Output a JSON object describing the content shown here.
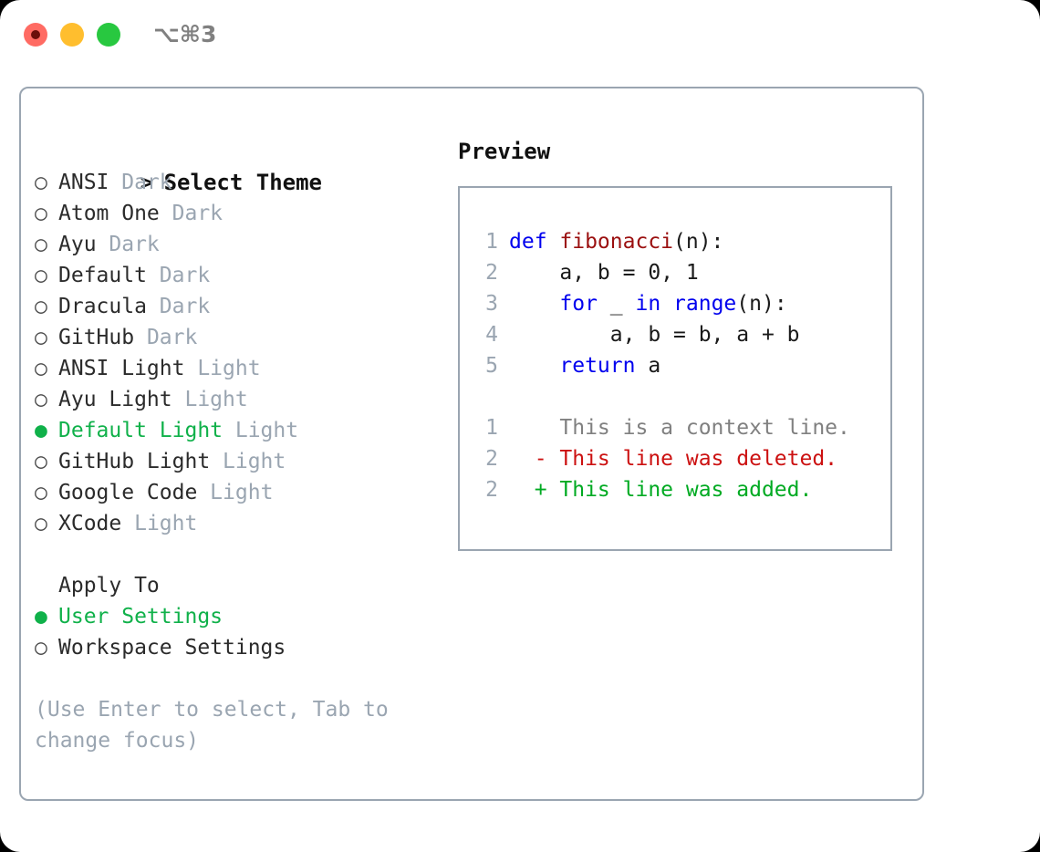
{
  "titlebar": {
    "shortcut": "⌥⌘3",
    "buttons": [
      {
        "name": "close",
        "color": "#ff6b63"
      },
      {
        "name": "minimize",
        "color": "#ffbe2e"
      },
      {
        "name": "maximize",
        "color": "#28c840"
      }
    ]
  },
  "colors": {
    "selected_green": "#10b14a",
    "muted": "#9aa5b1",
    "border": "#9aa5b1",
    "keyword_blue": "#0000ee",
    "function_red": "#9b1010",
    "diff_add": "#00aa22",
    "diff_del": "#cc1111",
    "context_gray": "#808080"
  },
  "theme_picker": {
    "header_prompt": ">",
    "header_label": "Select Theme",
    "marker_selected": "●",
    "marker_unselected": "○",
    "items": [
      {
        "name": "ANSI",
        "tag": "Dark",
        "selected": false
      },
      {
        "name": "Atom One",
        "tag": "Dark",
        "selected": false
      },
      {
        "name": "Ayu",
        "tag": "Dark",
        "selected": false
      },
      {
        "name": "Default",
        "tag": "Dark",
        "selected": false
      },
      {
        "name": "Dracula",
        "tag": "Dark",
        "selected": false
      },
      {
        "name": "GitHub",
        "tag": "Dark",
        "selected": false
      },
      {
        "name": "ANSI Light",
        "tag": "Light",
        "selected": false
      },
      {
        "name": "Ayu Light",
        "tag": "Light",
        "selected": false
      },
      {
        "name": "Default Light",
        "tag": "Light",
        "selected": true
      },
      {
        "name": "GitHub Light",
        "tag": "Light",
        "selected": false
      },
      {
        "name": "Google Code",
        "tag": "Light",
        "selected": false
      },
      {
        "name": "XCode",
        "tag": "Light",
        "selected": false
      }
    ]
  },
  "apply_to": {
    "title": "Apply To",
    "options": [
      {
        "label": "User Settings",
        "selected": true
      },
      {
        "label": "Workspace Settings",
        "selected": false
      }
    ]
  },
  "hint": "(Use Enter to select, Tab to change focus)",
  "preview": {
    "title": "Preview",
    "code_lines": [
      {
        "number": "1",
        "tokens": [
          {
            "text": "def ",
            "style": "kw"
          },
          {
            "text": "fibonacci",
            "style": "fn"
          },
          {
            "text": "(n):",
            "style": "plain"
          }
        ]
      },
      {
        "number": "2",
        "tokens": [
          {
            "text": "    a, b = 0, 1",
            "style": "plain"
          }
        ]
      },
      {
        "number": "3",
        "tokens": [
          {
            "text": "    ",
            "style": "plain"
          },
          {
            "text": "for",
            "style": "kw"
          },
          {
            "text": " _ ",
            "style": "plain"
          },
          {
            "text": "in",
            "style": "kw"
          },
          {
            "text": " ",
            "style": "plain"
          },
          {
            "text": "range",
            "style": "kw"
          },
          {
            "text": "(n):",
            "style": "plain"
          }
        ]
      },
      {
        "number": "4",
        "tokens": [
          {
            "text": "        a, b = b, a + b",
            "style": "plain"
          }
        ]
      },
      {
        "number": "5",
        "tokens": [
          {
            "text": "    ",
            "style": "plain"
          },
          {
            "text": "return",
            "style": "kw"
          },
          {
            "text": " a",
            "style": "plain"
          }
        ]
      }
    ],
    "diff_lines": [
      {
        "number": "1",
        "marker": " ",
        "text": " This is a context line.",
        "style": "ctx"
      },
      {
        "number": "2",
        "marker": "-",
        "text": " This line was deleted.",
        "style": "del"
      },
      {
        "number": "2",
        "marker": "+",
        "text": " This line was added.",
        "style": "add"
      }
    ]
  }
}
